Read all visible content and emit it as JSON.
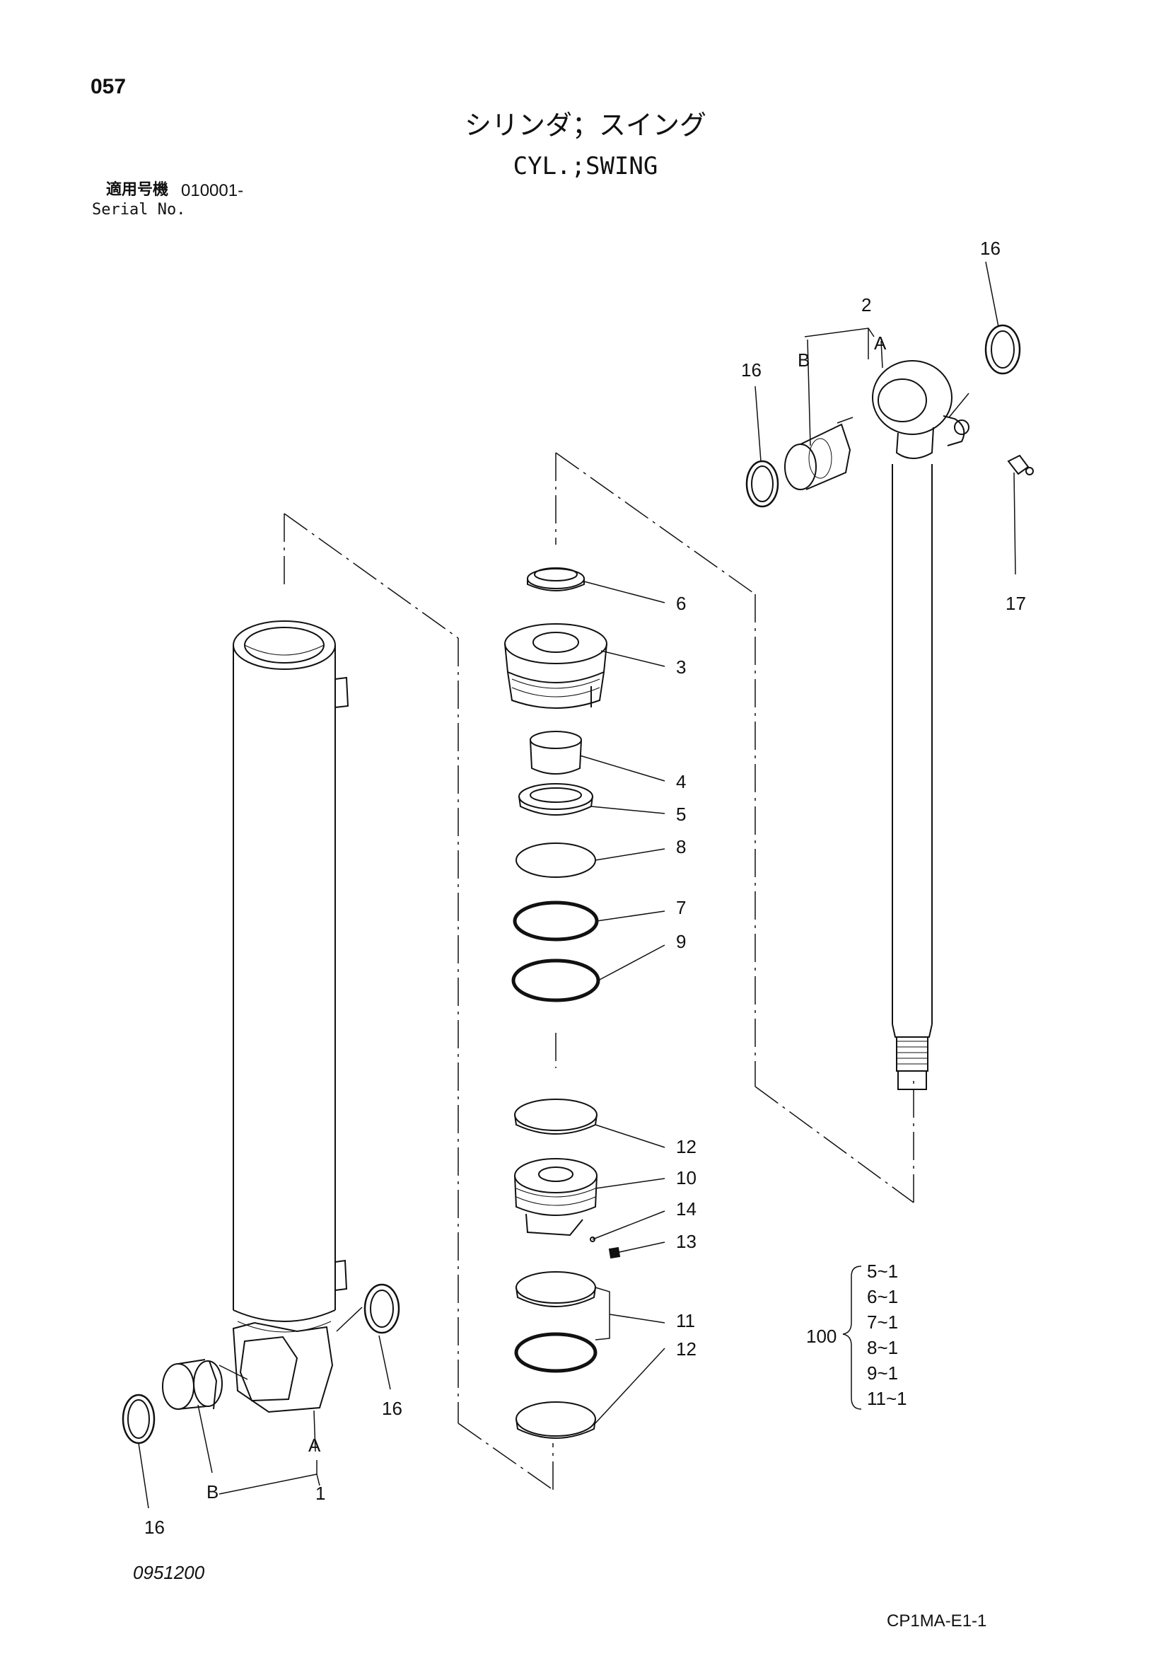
{
  "header": {
    "page_number": "057",
    "title_jp": "シリンダ；スイング",
    "title_en": "CYL.;SWING",
    "serial_label_jp": "適用号機",
    "serial_range": "010001-",
    "serial_label_en": "Serial No."
  },
  "callouts": {
    "c1": "1",
    "c2": "2",
    "c3": "3",
    "c4": "4",
    "c5": "5",
    "c6": "6",
    "c7": "7",
    "c8": "8",
    "c9": "9",
    "c10": "10",
    "c11": "11",
    "c12a": "12",
    "c12b": "12",
    "c13": "13",
    "c14": "14",
    "c16_top": "16",
    "c16_left": "16",
    "c16_mid": "16",
    "c16_bottom": "16",
    "c17": "17",
    "a_rod": "A",
    "b_rod": "B",
    "a_tube": "A",
    "b_tube": "B"
  },
  "kit": {
    "label": "100",
    "items": [
      "5~1",
      "6~1",
      "7~1",
      "8~1",
      "9~1",
      "11~1"
    ]
  },
  "footer": {
    "diagram_code": "0951200",
    "page_code": "CP1MA-E1-1"
  }
}
